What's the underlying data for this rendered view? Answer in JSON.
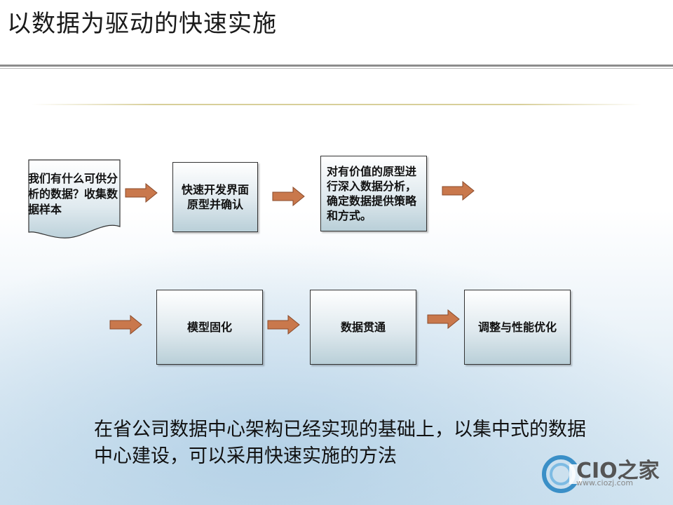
{
  "slide": {
    "title": "以数据为驱动的快速实施"
  },
  "flow": {
    "step1": "我们有什么可供分析的数据？收集数据样本",
    "step2": "快速开发界面原型并确认",
    "step3": "对有价值的原型进行深入数据分析，确定数据提供策略和方式。",
    "step4": "模型固化",
    "step5": "数据贯通",
    "step6": "调整与性能优化"
  },
  "footer": {
    "summary": "在省公司数据中心架构已经实现的基础上，以集中式的数据中心建设，可以采用快速实施的方法"
  },
  "logo": {
    "brand": "CIO之家",
    "watermark": "CIO之家",
    "url": "www.ciozj.com"
  },
  "colors": {
    "arrow": "#c9784c",
    "arrow_border": "#8a4a2a",
    "box_border": "#333333"
  }
}
